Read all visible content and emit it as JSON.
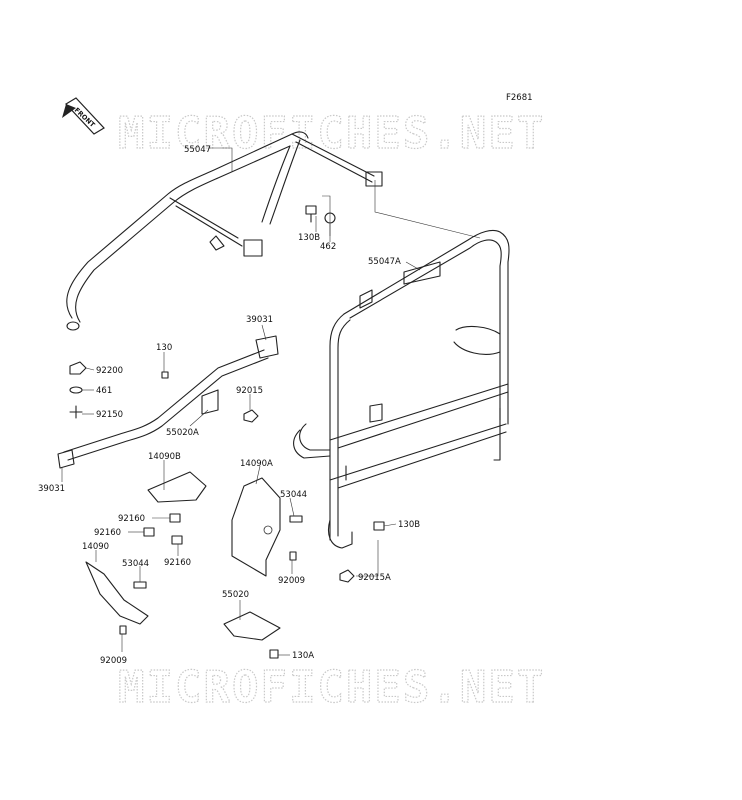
{
  "figure_code": "F2681",
  "front_marker": "FRONT",
  "watermark": "MICROFICHES.NET",
  "parts": {
    "p55047": "55047",
    "p130B_top": "130B",
    "p462": "462",
    "p55047A": "55047A",
    "p39031_top": "39031",
    "p130": "130",
    "p92200": "92200",
    "p461": "461",
    "p92150": "92150",
    "p92015": "92015",
    "p55020A": "55020A",
    "p39031_bottom": "39031",
    "p14090B": "14090B",
    "p14090A": "14090A",
    "p53044_right": "53044",
    "p130B_right": "130B",
    "p92160_a": "92160",
    "p92160_b": "92160",
    "p92160_c": "92160",
    "p14090": "14090",
    "p53044_left": "53044",
    "p92009_mid": "92009",
    "p92015A": "92015A",
    "p55020": "55020",
    "p130A": "130A",
    "p92009_bottom": "92009"
  }
}
